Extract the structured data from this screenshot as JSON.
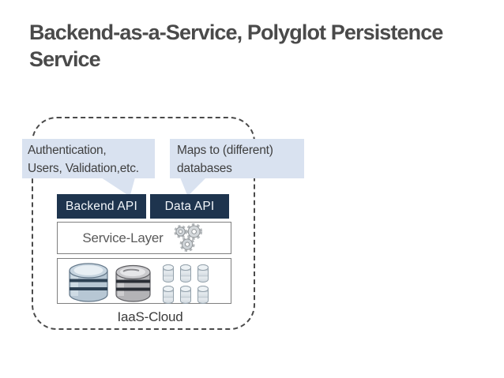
{
  "slide": {
    "title_lines": [
      "Backend-as-a-Service, Polyglot Persistence",
      "Service"
    ]
  },
  "diagram": {
    "callouts": [
      {
        "lines": [
          "Authentication,",
          "Users, Validation,etc."
        ]
      },
      {
        "lines": [
          "Maps to (different)",
          "databases"
        ]
      }
    ],
    "api_boxes": [
      {
        "label": "Backend API"
      },
      {
        "label": "Data API"
      }
    ],
    "service_layer": {
      "label": "Service-Layer"
    },
    "cloud_label": "IaaS-Cloud",
    "icons": {
      "service_layer": "gears-icon",
      "database_large_blue": "database-stack-blue-icon",
      "database_large_silver": "database-stack-silver-icon",
      "database_small_grid": "database-small-icon"
    }
  },
  "colors": {
    "page_bg": "#ffffff",
    "title_color": "#4a4a4a",
    "callout_bg": "#d9e2f0",
    "callout_text": "#3f3f3f",
    "api_bg": "#1e344e",
    "api_text": "#f2f6fa",
    "box_border": "#7f7f7f",
    "dashed_border": "#4a4a4a",
    "service_text": "#595959",
    "label_text": "#3a3a3a"
  }
}
